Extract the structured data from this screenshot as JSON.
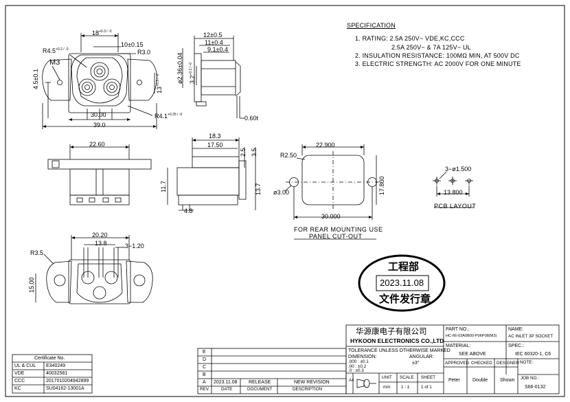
{
  "specification": {
    "heading": "SPECIFICATION",
    "rating_line1": "1. RATING: 2.5A 250V~ VDE,KC,CCC",
    "rating_line2": "2.5A 250V~ & 7A 125V~ UL",
    "insulation": "2. INSULATION RESISTANCE: 100MΩ MIN, AT 500V DC",
    "electric": "3. ELECTRIC STRENGTH: AC 2000V FOR ONE MINUTE"
  },
  "front_view": {
    "dim_width_top": "18",
    "dim_width_top_tol": "+0.3 / -0",
    "dim_10": "10±0.15",
    "radius_4_5": "R4.5",
    "radius_4_5_tol": "+0.2 / -0",
    "radius_3": "R3.0",
    "m3": "M3",
    "dim_4_5": "4.5±0.1",
    "dim_13": "13",
    "dim_13_tol": "+0.3 / -0",
    "dim_30": "30.00",
    "dim_39": "39.0",
    "radius_4_1": "R4.1",
    "radius_4_1_tol": "+0.25 / -0"
  },
  "side_view": {
    "dim_12": "12±0.5",
    "dim_11": "11±0.4",
    "dim_9_1": "9.1±0.4",
    "dim_2_36": "ø2.36±0.04",
    "dim_3_2": "3.2",
    "dim_3_2_tol": "+0.1 / -0",
    "thickness": "0.60t"
  },
  "top_view": {
    "dim_22_6": "22.60"
  },
  "side_view2": {
    "dim_18_3": "18.3",
    "dim_17_5": "17.50",
    "dim_2_5": "2.5",
    "dim_3_5": "3.5",
    "dim_11_7": "11.7",
    "dim_13_7": "13.7",
    "dim_4_8": "4.8"
  },
  "cutout": {
    "r2_5": "R2.50",
    "dim_22_9": "22.900",
    "hole": "ø3.00",
    "dim_17_8": "17.800",
    "dim_30": "30.000",
    "caption1": "FOR REAR MOUNTING USE",
    "caption2": "PANEL CUT-OUT"
  },
  "pcb": {
    "holes": "3−ø1.500",
    "dim_13_8": "13.800",
    "caption": "PCB LAYOUT"
  },
  "bottom_view": {
    "dim_20_2": "20.20",
    "dim_13_8": "13.8",
    "dim_3_1_2": "3−1.20",
    "r3_5": "R3.5",
    "dim_15": "15.00"
  },
  "stamp": {
    "top_text": "工程部",
    "date": "2023.11.08",
    "bottom_text": "文件发行章"
  },
  "certificates": {
    "title": "Certificate No.",
    "rows": [
      {
        "std": "UL & CUL",
        "no": "E340249"
      },
      {
        "std": "VDE",
        "no": "40032581"
      },
      {
        "std": "CCC",
        "no": "2017010204942899"
      },
      {
        "std": "KC",
        "no": "SU04162-13001A"
      }
    ]
  },
  "revision": {
    "letters": [
      "E",
      "D",
      "C",
      "B"
    ],
    "row_a": {
      "rev": "A",
      "date": "2023.11.08",
      "document": "RELEASE",
      "description": "NEW REVISION"
    },
    "headers": {
      "rev": "REV.",
      "date": "DATE",
      "document": "DOCUMENT",
      "description": "DESCRIPTION"
    }
  },
  "title_block": {
    "company_cn": "华源康电子有限公司",
    "company_en": "HYKOON ELECTRONICS CO.,LTD",
    "tolerance_title": "TOLERANCE UNLESS OTHERWISE MARKED",
    "dimension_label": "DIMENSION:",
    "angular_label": "ANGULAR:",
    "tol1": ".000 : ±0.1",
    "tol2": ".00  : ±0.2",
    "tol3": ".0   : ±0.3",
    "angular_value": "±3°",
    "a4_label": "A4",
    "unit_label": "UNIT",
    "unit_value": "mm",
    "scale_label": "SCALE",
    "scale_value": "1 : 1",
    "sheet_label": "SHEET",
    "sheet_value": "1 of 1",
    "part_no_label": "PART NO.:",
    "part_no": "HC-66-03A0B00-P06P08(M3)",
    "name_label": "NAME:",
    "name": "AC INLET 3P SOCKET",
    "material_label": "MATERIAL:",
    "material": "SEE ABOVE",
    "spec_label": "SPEC.:",
    "spec": "IEC 60320-1, C6",
    "approved_label": "APPROVED",
    "checked_label": "CHECKED",
    "designer_label": "DESIGNER",
    "note_label": "NOTE:",
    "approved": "Peter",
    "checked": "Double",
    "designer": "Shown",
    "job_no_label": "JOB NO.:",
    "job_no": "S66-0132"
  }
}
